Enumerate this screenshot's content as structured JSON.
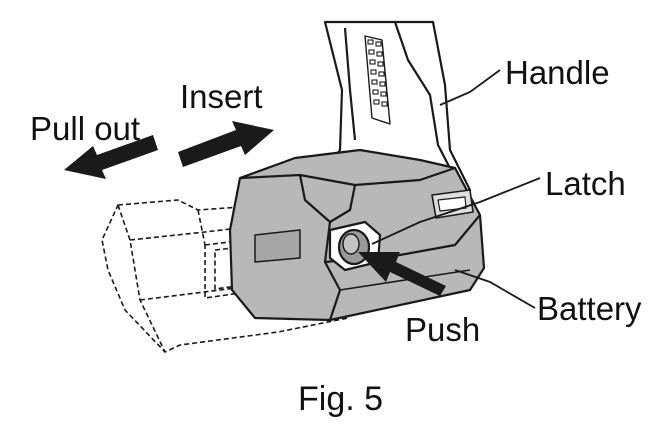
{
  "labels": {
    "insert": "Insert",
    "pull_out": "Pull out",
    "handle": "Handle",
    "latch": "Latch",
    "battery": "Battery",
    "push": "Push"
  },
  "caption": "Fig. 5",
  "colors": {
    "line": "#1a1a1a",
    "battery_fill": "#b8b8b8",
    "battery_shade": "#a6a6a6",
    "background": "#ffffff"
  }
}
